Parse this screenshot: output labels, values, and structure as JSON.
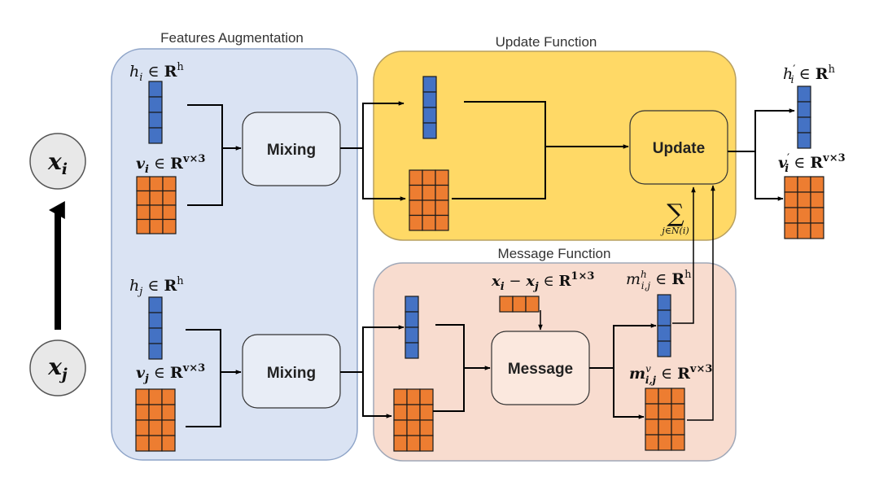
{
  "titles": {
    "features": "Features Augmentation",
    "update": "Update Function",
    "message": "Message Function"
  },
  "boxes": {
    "mixing_top": "Mixing",
    "mixing_bottom": "Mixing",
    "update": "Update",
    "message": "Message"
  },
  "nodes": {
    "xi_base": "x",
    "xi_sub": "i",
    "xj_base": "x",
    "xj_sub": "j"
  },
  "labels": {
    "hi": {
      "base": "h",
      "sub": "i",
      "rel": " ∈ ",
      "set": "R",
      "sup": "h"
    },
    "vi": {
      "base": "v",
      "sub": "i",
      "rel": " ∈ ",
      "set": "R",
      "sup": "v×3"
    },
    "hj": {
      "base": "h",
      "sub": "j",
      "rel": " ∈ ",
      "set": "R",
      "sup": "h"
    },
    "vj": {
      "base": "v",
      "sub": "j",
      "rel": " ∈ ",
      "set": "R",
      "sup": "v×3"
    },
    "hi_out": {
      "base": "h",
      "prime": "′",
      "sub": "i",
      "rel": " ∈ ",
      "set": "R",
      "sup": "h"
    },
    "vi_out": {
      "base": "v",
      "prime": "′",
      "sub": "i",
      "rel": " ∈ ",
      "set": "R",
      "sup": "v×3"
    },
    "diff": {
      "a": "x",
      "asub": "i",
      "op": " − ",
      "b": "x",
      "bsub": "j",
      "rel": " ∈ ",
      "set": "R",
      "sup": "1×3"
    },
    "mh": {
      "base": "m",
      "sup_top": "h",
      "sub": "i,j",
      "rel": " ∈ ",
      "set": "R",
      "sup": "h"
    },
    "mv": {
      "base": "m",
      "sup_top": "v",
      "sub": "i,j",
      "rel": " ∈ ",
      "set": "R",
      "sup": "v×3"
    },
    "sum": {
      "symbol": "∑",
      "sub": "j∈N(i)"
    }
  },
  "colors": {
    "features_bg": "#dae3f3",
    "features_border": "#8ea4c8",
    "update_bg": "#ffd966",
    "update_border": "#b8a060",
    "message_bg": "#f8dccf",
    "message_border": "#a0a8b8",
    "box_fill": "#e8edf6",
    "scalar_fill": "#4472c4",
    "vector_fill": "#ed7d31",
    "node_fill": "#e8e8e8"
  }
}
